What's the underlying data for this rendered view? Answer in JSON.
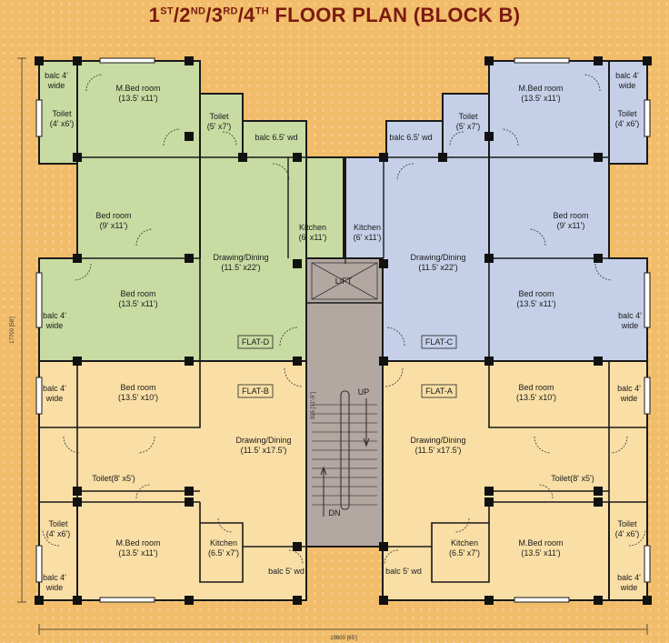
{
  "title": {
    "f1": "1",
    "s1": "ST",
    "f2": "/2",
    "s2": "ND",
    "f3": "/3",
    "s3": "RD",
    "f4": "/4",
    "s4": "TH",
    "rest": " FLOOR PLAN (BLOCK B)"
  },
  "colors": {
    "flat_d": "#c8dba2",
    "flat_c": "#c5d0e8",
    "flat_a_b": "#f9dfa6",
    "core": "#b3a7a2",
    "walls": "#1a1a1a"
  },
  "rooms": {
    "d_mbed": [
      "M.Bed room",
      "(13.5' x11')"
    ],
    "d_toilet_top": [
      "Toilet",
      "(5' x7')"
    ],
    "d_balc_top": [
      "balc 4'",
      "wide"
    ],
    "d_toilet_side": [
      "Toilet",
      "(4' x6')"
    ],
    "d_balc_wd": [
      "balc 6.5' wd"
    ],
    "d_bed1": [
      "Bed room",
      "(9' x11')"
    ],
    "d_kitchen": [
      "Kitchen",
      "(6' x11')"
    ],
    "d_drawing": [
      "Drawing/Dining",
      "(11.5' x22')"
    ],
    "d_bed2": [
      "Bed room",
      "(13.5' x11')"
    ],
    "d_balc_mid": [
      "balc 4'",
      "wide"
    ],
    "c_mbed": [
      "M.Bed room",
      "(13.5' x11')"
    ],
    "c_toilet_top": [
      "Toilet",
      "(5' x7')"
    ],
    "c_balc_top": [
      "balc 4'",
      "wide"
    ],
    "c_toilet_side": [
      "Toilet",
      "(4' x6')"
    ],
    "c_balc_wd": [
      "balc 6.5' wd"
    ],
    "c_bed1": [
      "Bed room",
      "(9' x11')"
    ],
    "c_kitchen": [
      "Kitchen",
      "(6' x11')"
    ],
    "c_drawing": [
      "Drawing/Dining",
      "(11.5' x22')"
    ],
    "c_bed2": [
      "Bed room",
      "(13.5' x11')"
    ],
    "c_balc_mid": [
      "balc 4'",
      "wide"
    ],
    "b_bed": [
      "Bed room",
      "(13.5' x10')"
    ],
    "b_balc_mid": [
      "balc 4'",
      "wide"
    ],
    "b_drawing": [
      "Drawing/Dining",
      "(11.5' x17.5')"
    ],
    "b_toilet_mid": [
      "Toilet(8' x5')"
    ],
    "b_toilet_side": [
      "Toilet",
      "(4' x6')"
    ],
    "b_mbed": [
      "M.Bed room",
      "(13.5' x11')"
    ],
    "b_kitchen": [
      "Kitchen",
      "(6.5' x7')"
    ],
    "b_balc_wd": [
      "balc 5' wd"
    ],
    "b_balc_bot": [
      "balc 4'",
      "wide"
    ],
    "a_bed": [
      "Bed room",
      "(13.5' x10')"
    ],
    "a_balc_mid": [
      "balc 4'",
      "wide"
    ],
    "a_drawing": [
      "Drawing/Dining",
      "(11.5' x17.5')"
    ],
    "a_toilet_mid": [
      "Toilet(8' x5')"
    ],
    "a_toilet_side": [
      "Toilet",
      "(4' x6')"
    ],
    "a_mbed": [
      "M.Bed room",
      "(13.5' x11')"
    ],
    "a_kitchen": [
      "Kitchen",
      "(6.5' x7')"
    ],
    "a_balc_wd": [
      "balc 5' wd"
    ],
    "a_balc_bot": [
      "balc 4'",
      "wide"
    ]
  },
  "flat_tags": {
    "d": "FLAT-D",
    "c": "FLAT-C",
    "b": "FLAT-B",
    "a": "FLAT-A"
  },
  "core": {
    "lift": "LIFT",
    "up": "UP",
    "dn": "DN",
    "stair_dim": "925 [31'-5\"]"
  },
  "dimensions": {
    "height": "17700 [58']",
    "width": "19800 [65']"
  }
}
